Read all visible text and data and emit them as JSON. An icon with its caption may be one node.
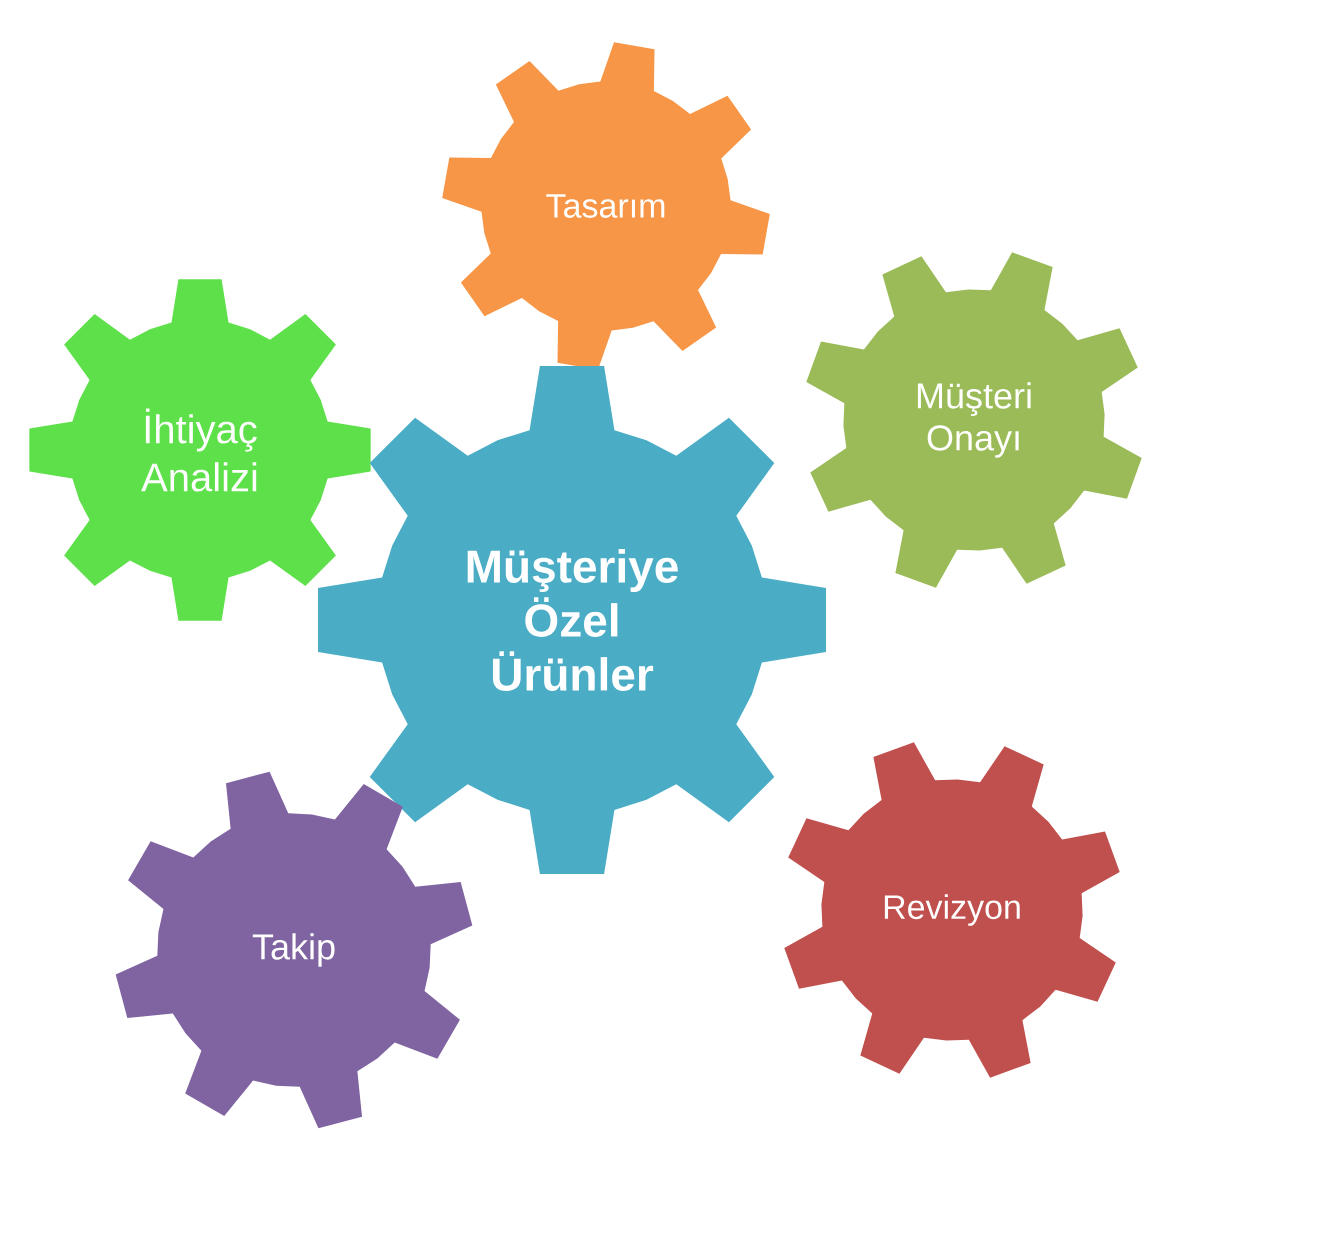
{
  "diagram": {
    "nodes": [
      {
        "text": [
          "Tasarım"
        ]
      },
      {
        "text": [
          "İhtiyaç Analizi"
        ]
      },
      {
        "text": [
          "Müşteri Onayı"
        ]
      },
      {
        "text": [
          "Müşteriye Özel Ürünler"
        ]
      },
      {
        "text": [
          "Revizyon"
        ]
      },
      {
        "text": [
          "Takip"
        ]
      }
    ]
  }
}
